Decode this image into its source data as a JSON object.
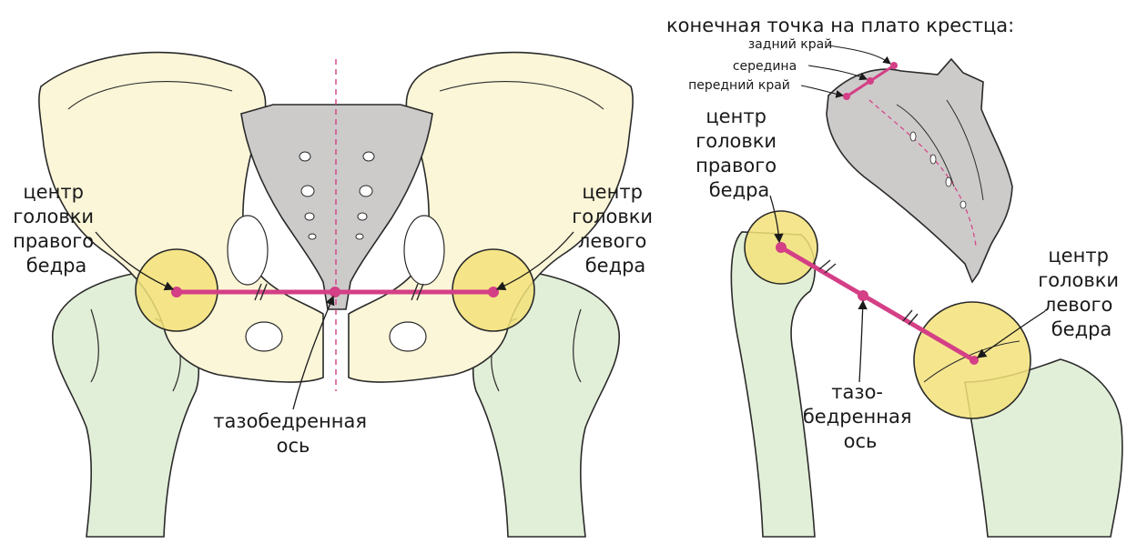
{
  "colors": {
    "bone": "#fbf6d8",
    "sacrum": "#cdcaca",
    "femur": "#e2efd8",
    "head": "#f3e27a",
    "axis": "#d43f86",
    "outline": "#2a2a2a"
  },
  "front_view": {
    "right_head_label": [
      "центр",
      "головки",
      "правого",
      "бедра"
    ],
    "left_head_label": [
      "центр",
      "головки",
      "левого",
      "бедра"
    ],
    "axis_label": [
      "тазобедренная",
      "ось"
    ]
  },
  "side_view": {
    "title": "конечная точка на плато крестца:",
    "endpoints": [
      "задний край",
      "середина",
      "передний край"
    ],
    "right_head_label": [
      "центр",
      "головки",
      "правого",
      "бедра"
    ],
    "left_head_label": [
      "центр",
      "головки",
      "левого",
      "бедра"
    ],
    "axis_label": [
      "тазо-",
      "бедренная",
      "ось"
    ]
  }
}
